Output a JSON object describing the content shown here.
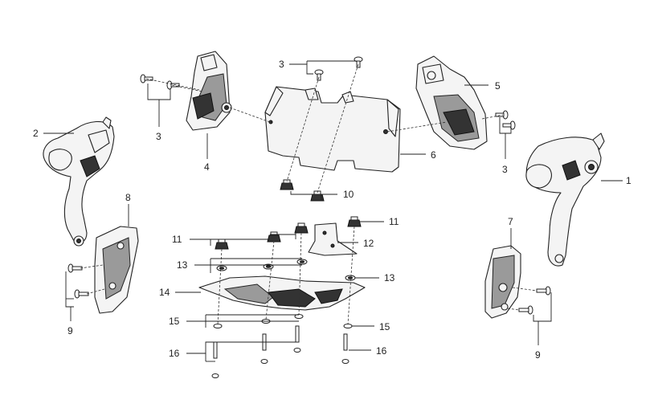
{
  "callouts": {
    "c1": "1",
    "c2": "2",
    "c3a": "3",
    "c3b": "3",
    "c3c": "3",
    "c4": "4",
    "c5": "5",
    "c6": "6",
    "c7": "7",
    "c8": "8",
    "c9a": "9",
    "c9b": "9",
    "c10": "10",
    "c11a": "11",
    "c11b": "11",
    "c12": "12",
    "c13a": "13",
    "c13b": "13",
    "c14": "14",
    "c15a": "15",
    "c15b": "15",
    "c16a": "16",
    "c16b": "16"
  }
}
